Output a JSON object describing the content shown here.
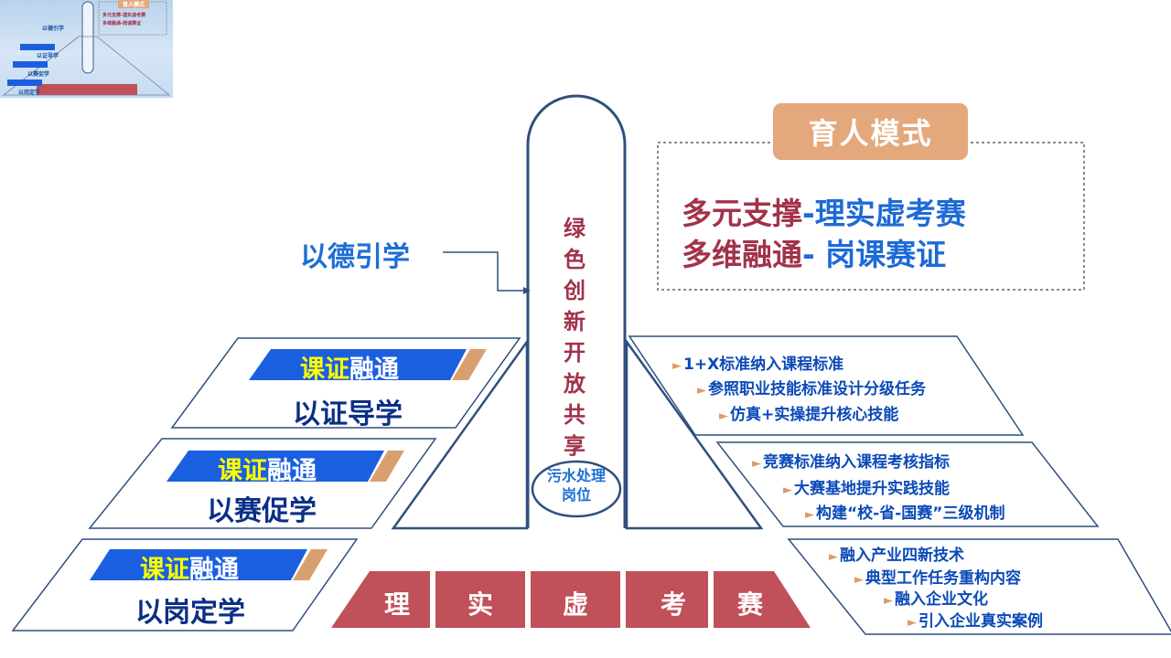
{
  "thumbnail": {
    "title": "育人模式",
    "line1": "多元支撑-理实虚考赛",
    "line2": "多维融通-岗课赛证",
    "left": [
      "以德引学",
      "以证导学",
      "以赛促学",
      "以岗定学"
    ]
  },
  "model": {
    "title": "育人模式",
    "line1_part1": "多元支撑",
    "line1_part2": "-理实虚考赛",
    "line2_part1": "多维融通",
    "line2_part2": "- 岗课赛证"
  },
  "moral_label": "以德引学",
  "pillar": {
    "chars": [
      "绿",
      "色",
      "创",
      "新",
      "开",
      "放",
      "共",
      "享"
    ],
    "post_line1": "污水处理",
    "post_line2": "岗位"
  },
  "platforms": [
    {
      "banner_yellow": "课证",
      "banner_white": "融通",
      "label": "以证导学"
    },
    {
      "banner_yellow": "课证",
      "banner_white": "融通",
      "label": "以赛促学"
    },
    {
      "banner_yellow": "课证",
      "banner_white": "融通",
      "label": "以岗定学"
    }
  ],
  "bricks": [
    "理",
    "实",
    "虚",
    "考",
    "赛"
  ],
  "right_groups": [
    {
      "items": [
        "1+X标准纳入课程标准",
        "参照职业技能标准设计分级任务",
        "仿真+实操提升核心技能"
      ]
    },
    {
      "items": [
        "竞赛标准纳入课程考核指标",
        "大赛基地提升实践技能",
        "构建“校-省-国赛”三级机制"
      ]
    },
    {
      "items": [
        "融入产业四新技术",
        "典型工作任务重构内容",
        "融入企业文化",
        "引入企业真实案例"
      ]
    }
  ],
  "bullet_glyph": "►",
  "colors": {
    "pillar_border": "#2f4f7f",
    "brick": "#c0505a",
    "banner_blue": "#1a5fe0",
    "banner_tan": "#d9a06f",
    "badge": "#e4a87d",
    "title_red": "#a2324a",
    "title_blue": "#1e6ad6",
    "text_navy": "#0b2f86"
  }
}
